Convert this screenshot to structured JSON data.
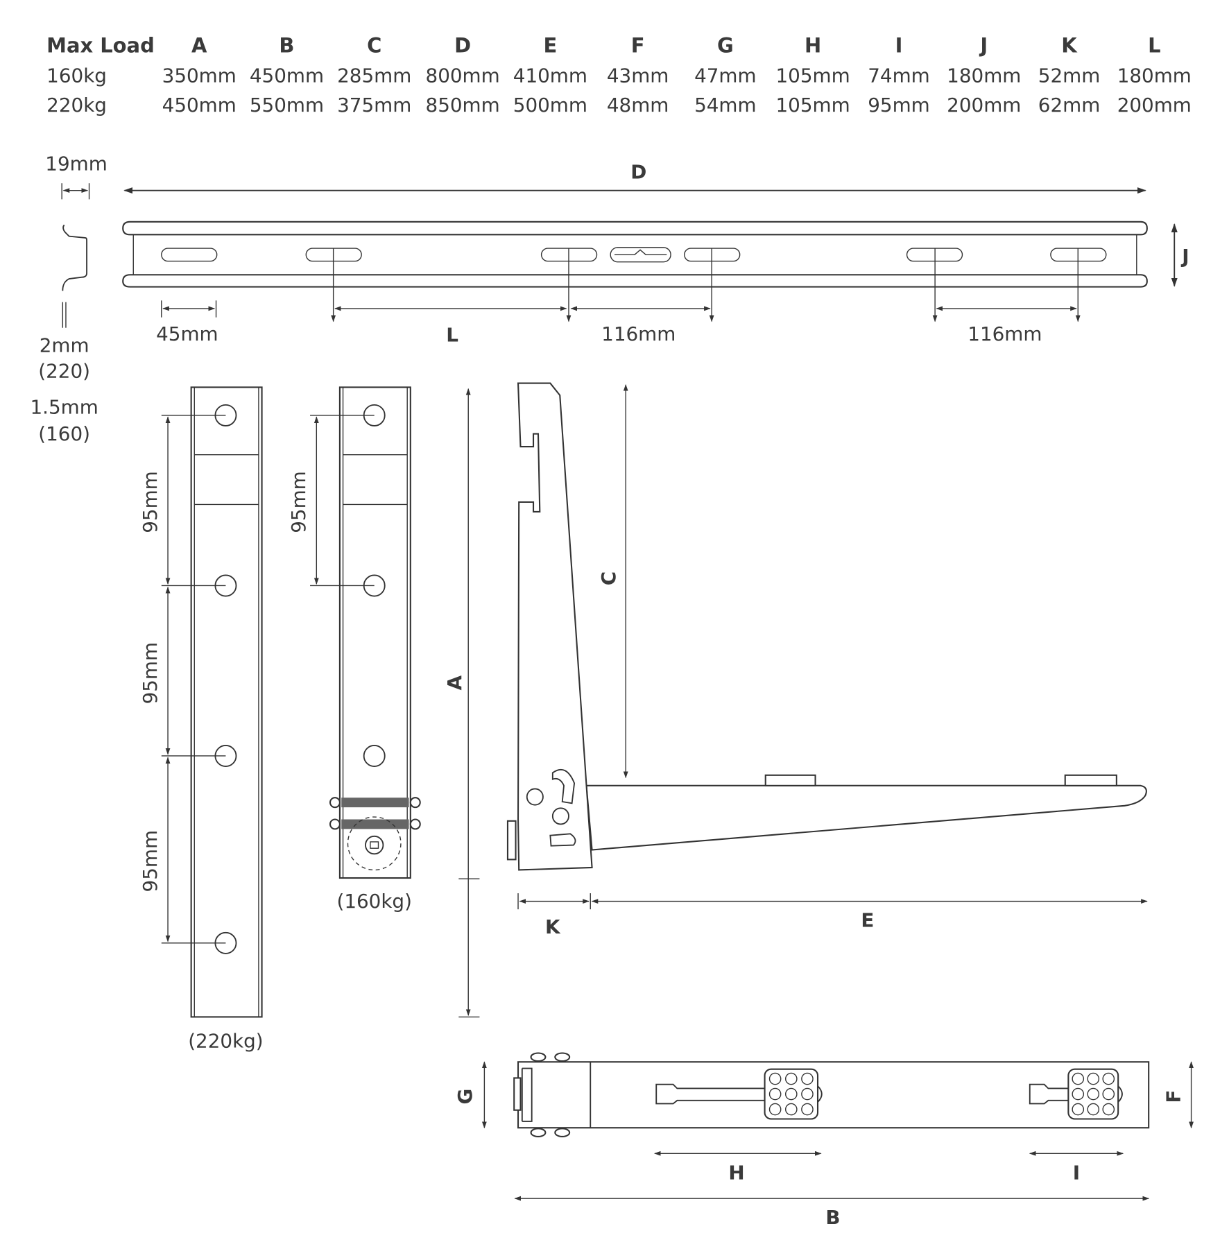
{
  "table": {
    "headers": [
      "Max Load",
      "A",
      "B",
      "C",
      "D",
      "E",
      "F",
      "G",
      "H",
      "I",
      "J",
      "K",
      "L"
    ],
    "rows": [
      [
        "160kg",
        "350mm",
        "450mm",
        "285mm",
        "800mm",
        "410mm",
        "43mm",
        "47mm",
        "105mm",
        "74mm",
        "180mm",
        "52mm",
        "180mm"
      ],
      [
        "220kg",
        "450mm",
        "550mm",
        "375mm",
        "850mm",
        "500mm",
        "48mm",
        "54mm",
        "105mm",
        "95mm",
        "200mm",
        "62mm",
        "200mm"
      ]
    ]
  },
  "rail": {
    "profile_width": "19mm",
    "length_label": "D",
    "height_label": "J",
    "slot_length": "45mm",
    "slot_pitch_label": "L",
    "spacing_1": "116mm",
    "spacing_2": "116mm",
    "thickness_1": "2mm",
    "thickness_1_load": "(220)",
    "thickness_2": "1.5mm",
    "thickness_2_load": "(160)"
  },
  "plate_220": {
    "spacings": [
      "95mm",
      "95mm",
      "95mm"
    ],
    "caption": "(220kg)"
  },
  "plate_160": {
    "spacing": "95mm",
    "caption": "(160kg)"
  },
  "bracket": {
    "a": "A",
    "c": "C",
    "k": "K",
    "e": "E"
  },
  "plan": {
    "g": "G",
    "f": "F",
    "h": "H",
    "i": "I",
    "b": "B"
  },
  "colors": {
    "line": "#333333",
    "text": "#3a3a3a"
  }
}
